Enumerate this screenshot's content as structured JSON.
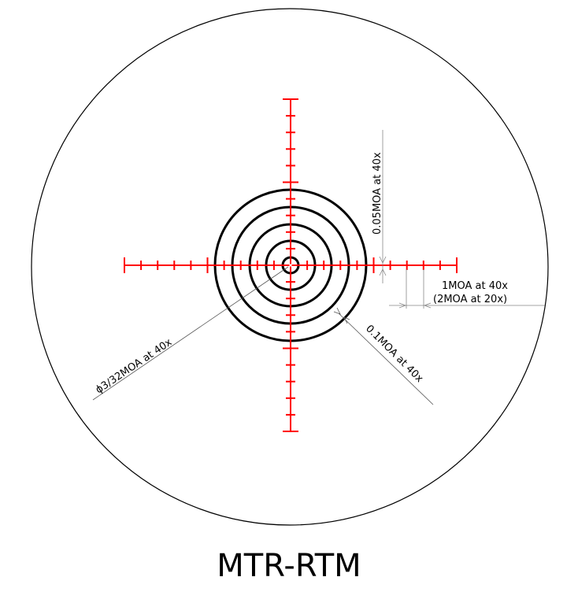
{
  "title": "MTR-RTM",
  "colors": {
    "reticle_lines": "#ff0000",
    "rings": "#000000",
    "dimension": "#888888"
  },
  "annotations": {
    "line_thickness": "0.05MOA at 40x",
    "tick_spacing_1": "1MOA at 40x",
    "tick_spacing_2": "(2MOA at 20x)",
    "center_dot": "ϕ3/32MOA at 40x",
    "ring_thickness": "0.1MOA at 40x"
  },
  "reticle": {
    "ticks_per_side": 10,
    "major_tick_every": 5,
    "ring_count": 5
  }
}
